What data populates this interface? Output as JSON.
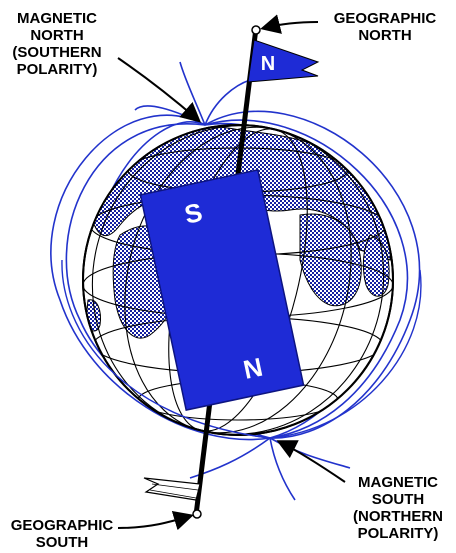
{
  "labels": {
    "magnetic_north": [
      "MAGNETIC",
      "NORTH",
      "(SOUTHERN",
      "POLARITY)"
    ],
    "geographic_north": [
      "GEOGRAPHIC",
      "NORTH"
    ],
    "magnetic_south": [
      "MAGNETIC",
      "SOUTH",
      "(NORTHERN",
      "POLARITY)"
    ],
    "geographic_south": [
      "GEOGRAPHIC",
      "SOUTH"
    ]
  },
  "magnet": {
    "top_pole": "S",
    "bottom_pole": "N"
  },
  "flag": {
    "letter": "N"
  },
  "colors": {
    "field_lines": "#2233cc",
    "magnet": "#1e2bd6",
    "land": "#1520a0",
    "globe_outline": "#000000",
    "background": "#ffffff"
  }
}
